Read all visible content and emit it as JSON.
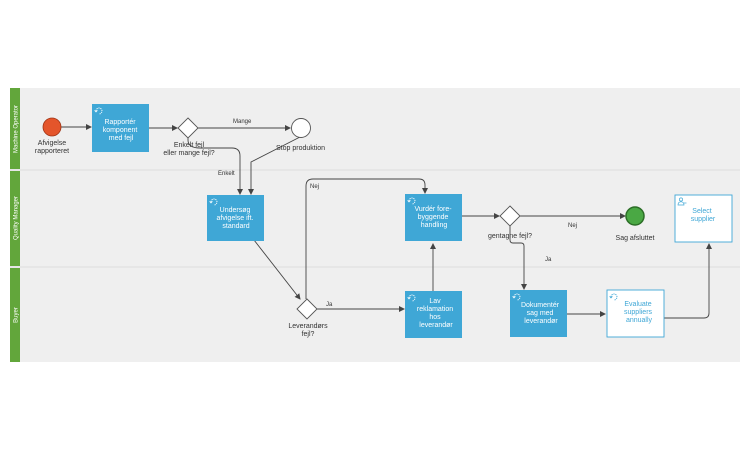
{
  "colors": {
    "lane_bg": "#efefef",
    "lane_header": "#62a63b",
    "task_fill": "#3fa7d6",
    "task_outline": "#3fa7d6",
    "start_event": "#e4552b",
    "end_event": "#4aa844",
    "line": "#444444"
  },
  "lanes": [
    {
      "label": "Machine Operator"
    },
    {
      "label": "Quality Manager"
    },
    {
      "label": "Buyer"
    }
  ],
  "events": {
    "start": {
      "label_1": "Afvigelse",
      "label_2": "rapporteret",
      "icon": "start-event-icon"
    },
    "stop": {
      "label": "Stop produktion",
      "icon": "intermediate-event-icon"
    },
    "end": {
      "label": "Sag afsluttet",
      "icon": "end-event-icon"
    }
  },
  "gateways": {
    "enkelt": {
      "label_1": "Enkelt fejl",
      "label_2": "eller mange fejl?"
    },
    "leverandor": {
      "label_1": "Leverandørs",
      "label_2": "fejl?"
    },
    "gentagne": {
      "label": "gentagne fejl?"
    }
  },
  "flow_labels": {
    "mange": "Mange",
    "enkelt": "Enkelt",
    "nej_top": "Nej",
    "ja_lev": "Ja",
    "nej_end": "Nej",
    "ja_dok": "Ja"
  },
  "tasks": {
    "rapporter": {
      "lines": [
        "Rapportér",
        "komponent",
        "med fejl"
      ],
      "icon": "loop-icon"
    },
    "undersog": {
      "lines": [
        "Undersøg",
        "afvigelse ift.",
        "standard"
      ],
      "icon": "loop-icon"
    },
    "vurder": {
      "lines": [
        "Vurdér fore-",
        "byggende",
        "handling"
      ],
      "icon": "loop-icon"
    },
    "lav": {
      "lines": [
        "Lav",
        "reklamation",
        "hos",
        "leverandør"
      ],
      "icon": "loop-icon"
    },
    "dokumenter": {
      "lines": [
        "Dokumentér",
        "sag med",
        "leverandør"
      ],
      "icon": "loop-icon"
    },
    "evaluate": {
      "lines": [
        "Evaluate",
        "suppliers",
        "annually"
      ],
      "icon": "loop-icon"
    },
    "select": {
      "lines": [
        "Select",
        "supplier"
      ],
      "icon": "user-task-icon"
    }
  }
}
